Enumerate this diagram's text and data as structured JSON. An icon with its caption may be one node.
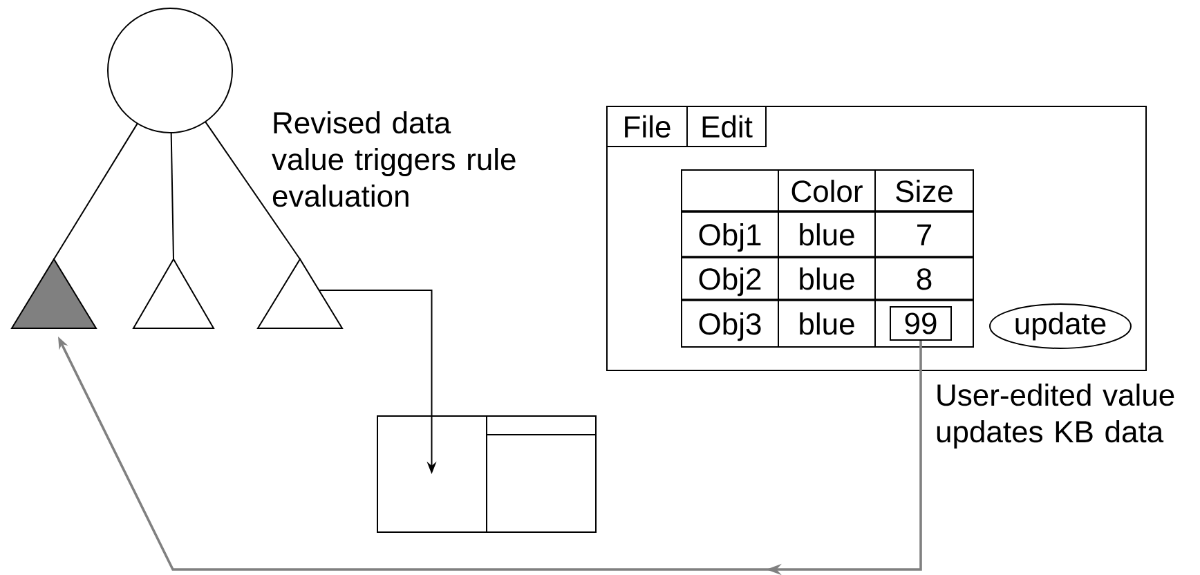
{
  "diagram": {
    "nodes": [
      {
        "text": [],
        "shape": "circle"
      },
      {
        "text": [],
        "shape": "triangle"
      },
      {
        "text": [],
        "shape": "triangle"
      },
      {
        "text": [],
        "shape": "triangle"
      },
      {
        "text": [],
        "shape": "box"
      },
      {
        "text": [
          "File"
        ],
        "in": 4
      },
      {
        "text": [
          "Edit"
        ],
        "in": 4
      },
      {
        "text": [
          "99"
        ],
        "in": 4
      },
      {
        "text": [
          "update"
        ],
        "in": 4
      },
      {
        "text": [],
        "shape": "box"
      }
    ],
    "edges": [
      {
        "from": 0,
        "to": 1,
        "arrow": "none"
      },
      {
        "from": 0,
        "to": 2,
        "arrow": "none"
      },
      {
        "from": 0,
        "to": 3,
        "arrow": "none"
      },
      {
        "from": 3,
        "to": 9,
        "arrow": "to"
      },
      {
        "from": 7,
        "to": 1,
        "arrow": "to",
        "color": "#808080",
        "label": "User-edited value updates KB data"
      }
    ],
    "labels": [
      "Revised data value triggers rule evaluation",
      "Color",
      "Size",
      "Obj1",
      "blue",
      "7",
      "Obj2",
      "blue",
      "8",
      "Obj3",
      "blue"
    ]
  }
}
